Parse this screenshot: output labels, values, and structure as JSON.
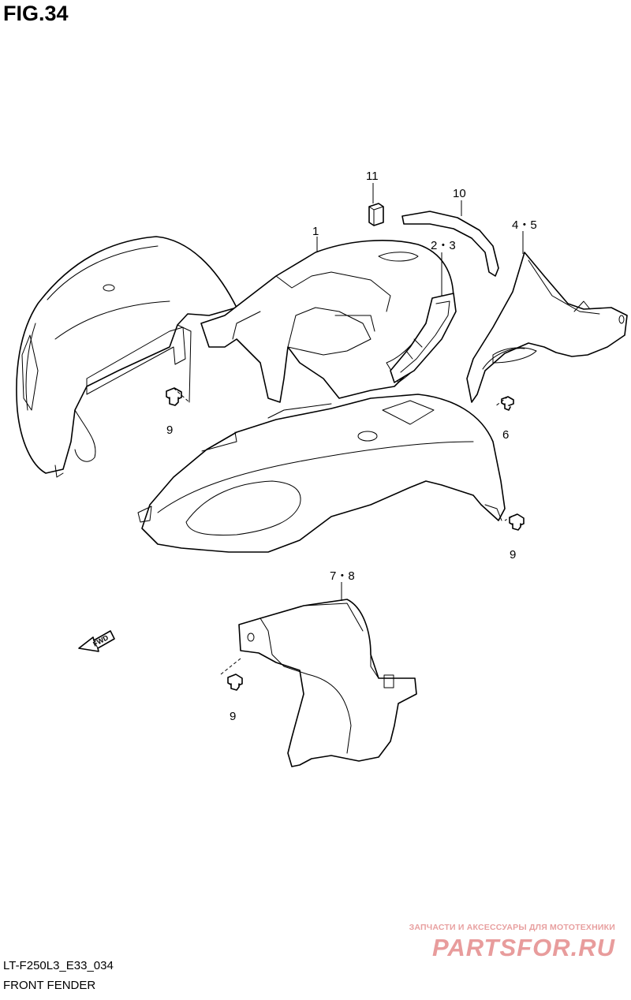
{
  "figure": {
    "title": "FIG.34"
  },
  "callouts": {
    "part_1": "1",
    "part_2_3": "2・3",
    "part_4_5": "4・5",
    "part_6": "6",
    "part_7_8": "7・8",
    "part_9_a": "9",
    "part_9_b": "9",
    "part_9_c": "9",
    "part_10": "10",
    "part_11": "11"
  },
  "direction_arrow": {
    "label": "FWD"
  },
  "watermark": {
    "caption": "ЗАПЧАСТИ И АКСЕССУАРЫ ДЛЯ МОТОТЕХНИКИ",
    "logo": "PARTSFOR.RU"
  },
  "footer": {
    "code": "LT-F250L3_E33_034",
    "name": "FRONT FENDER"
  },
  "colors": {
    "line": "#000000",
    "background": "#ffffff",
    "watermark": "#e89c9c"
  }
}
